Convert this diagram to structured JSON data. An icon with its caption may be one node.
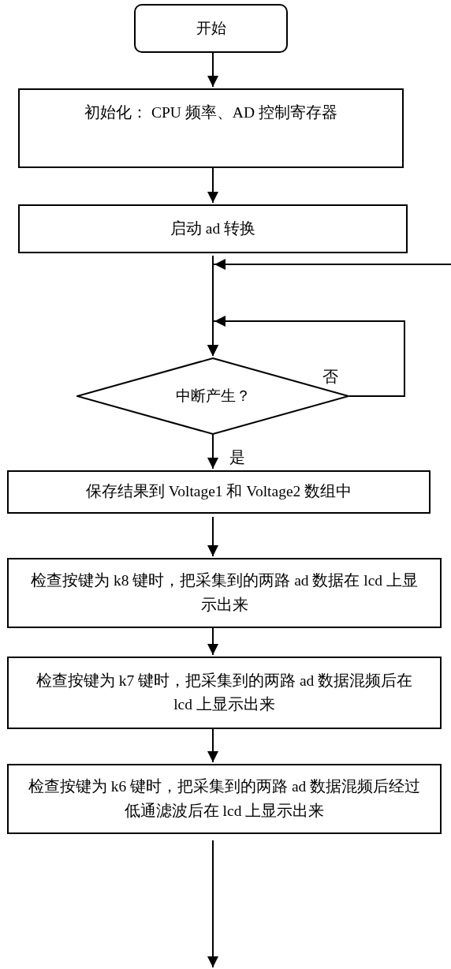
{
  "diagram": {
    "nodes": [
      {
        "text": [
          "开始"
        ]
      },
      {
        "text": [
          "初始化： CPU 频率、AD 控制寄存器"
        ]
      },
      {
        "text": [
          "启动 ad 转换"
        ]
      },
      {
        "text": [
          "中断产生？"
        ]
      },
      {
        "text": [
          "保存结果到 Voltage1 和 Voltage2 数组中"
        ]
      },
      {
        "text": [
          "检查按键为 k8 键时，把采集到的两路 ad 数据在 lcd 上显示出来"
        ]
      },
      {
        "text": [
          "检查按键为 k7 键时，把采集到的两路 ad 数据混频后在 lcd 上显示出来"
        ]
      },
      {
        "text": [
          "检查按键为 k6 键时，把采集到的两路 ad 数据混频后经过低通滤波后在 lcd 上显示出来"
        ]
      }
    ],
    "edges": [
      {
        "from": 0,
        "to": 1,
        "arrow": "to"
      },
      {
        "from": 1,
        "to": 2,
        "arrow": "to"
      },
      {
        "from": 2,
        "to": 3,
        "arrow": "to"
      },
      {
        "from": null,
        "to": 3,
        "arrow": "to"
      },
      {
        "from": 3,
        "to": 3,
        "arrow": "to",
        "label": "否"
      },
      {
        "from": 3,
        "to": 4,
        "arrow": "to",
        "label": "是"
      },
      {
        "from": 4,
        "to": 5,
        "arrow": "to"
      },
      {
        "from": 5,
        "to": 6,
        "arrow": "to"
      },
      {
        "from": 6,
        "to": 7,
        "arrow": "to"
      },
      {
        "from": 7,
        "to": null,
        "arrow": "to"
      }
    ]
  }
}
